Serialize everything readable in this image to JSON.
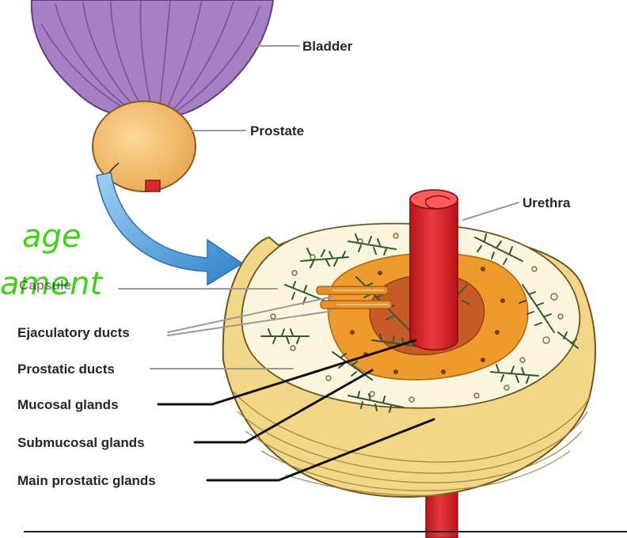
{
  "labels": {
    "bladder": "Bladder",
    "prostate": "Prostate",
    "urethra": "Urethra",
    "capsule": "Capsule",
    "ejaculatory_ducts": "Ejaculatory ducts",
    "prostatic_ducts": "Prostatic ducts",
    "mucosal_glands": "Mucosal glands",
    "submucosal_glands": "Submucosal glands",
    "main_prostatic_glands": "Main prostatic glands"
  },
  "handwriting": {
    "line1": "age",
    "line2": "ament"
  },
  "colors": {
    "bladder": "#a77fc4",
    "prostate": "#f1b966",
    "urethra": "#e0262b",
    "arrow": "#4d9fdc",
    "capsule": "#f6e8a0",
    "stroma": "#fbf7e2",
    "inner_zone": "#ef9a2c",
    "gland_branches": "#2d5a34",
    "handwriting": "#3fd21a"
  }
}
